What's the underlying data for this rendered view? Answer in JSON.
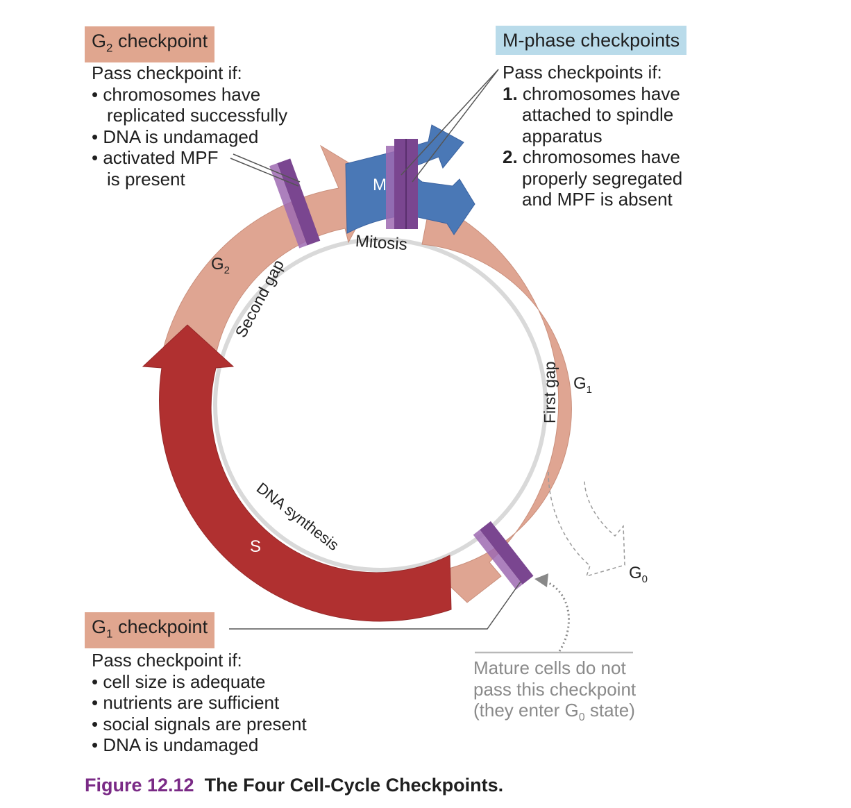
{
  "g2_checkpoint": {
    "title_main": "G",
    "title_sub": "2",
    "title_rest": " checkpoint",
    "intro": "Pass checkpoint if:",
    "items": [
      "• chromosomes have",
      "replicated successfully",
      "• DNA is undamaged",
      "• activated MPF",
      "is present"
    ]
  },
  "m_checkpoint": {
    "title": "M-phase checkpoints",
    "intro": "Pass checkpoints if:",
    "item1_num": "1.",
    "item1_lines": [
      "chromosomes have",
      "attached to spindle",
      "apparatus"
    ],
    "item2_num": "2.",
    "item2_lines": [
      "chromosomes have",
      "properly segregated",
      "and MPF is absent"
    ]
  },
  "g1_checkpoint": {
    "title_main": "G",
    "title_sub": "1",
    "title_rest": " checkpoint",
    "intro": "Pass checkpoint if:",
    "items": [
      "• cell size is adequate",
      "• nutrients are sufficient",
      "• social signals are present",
      "• DNA is undamaged"
    ]
  },
  "mature_note": {
    "line1": "Mature cells do not",
    "line2": "pass this checkpoint",
    "line3_pre": "(they enter G",
    "line3_sub": "0",
    "line3_post": " state)"
  },
  "cycle_labels": {
    "m": "M",
    "mitosis": "Mitosis",
    "g2": "G",
    "g2_sub": "2",
    "second_gap": "Second gap",
    "g1": "G",
    "g1_sub": "1",
    "first_gap": "First gap",
    "s": "S",
    "dna_synthesis": "DNA synthesis",
    "g0": "G",
    "g0_sub": "0"
  },
  "caption": {
    "number": "Figure 12.12",
    "title": "The Four Cell-Cycle Checkpoints."
  },
  "colors": {
    "gap_phase": "#dfa592",
    "s_phase": "#b03030",
    "m_phase": "#4a78b6",
    "checkpoint_bar": "#7a4690",
    "g2_header_bg": "#e0a68f",
    "m_header_bg": "#b9dbea",
    "caption_number": "#7a2a86"
  }
}
